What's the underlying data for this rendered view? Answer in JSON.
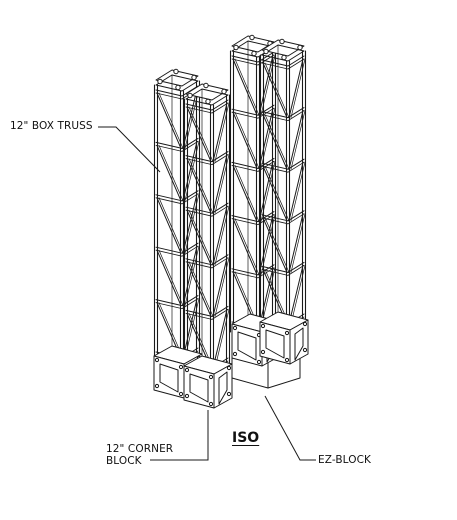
{
  "drawing": {
    "view_title": "ISO",
    "callouts": {
      "box_truss": "12\" BOX TRUSS",
      "corner_block_line1": "12\" CORNER",
      "corner_block_line2": "BLOCK",
      "ez_block": "EZ-BLOCK"
    }
  },
  "colors": {
    "line": "#1a1a1a",
    "background": "#ffffff"
  }
}
